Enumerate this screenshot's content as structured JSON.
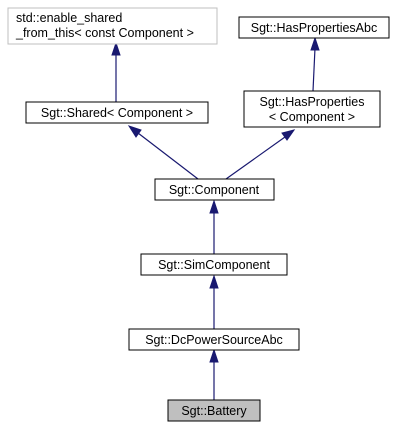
{
  "nodes": {
    "enable_shared": {
      "line1": "std::enable_shared",
      "line2": "_from_this< const Component >"
    },
    "has_properties_abc": {
      "label": "Sgt::HasPropertiesAbc"
    },
    "shared": {
      "label": "Sgt::Shared< Component >"
    },
    "has_properties": {
      "line1": "Sgt::HasProperties",
      "line2": "< Component >"
    },
    "component": {
      "label": "Sgt::Component"
    },
    "sim_component": {
      "label": "Sgt::SimComponent"
    },
    "dc_power_source_abc": {
      "label": "Sgt::DcPowerSourceAbc"
    },
    "battery": {
      "label": "Sgt::Battery"
    }
  },
  "colors": {
    "edge": "#191970",
    "node_border": "#000000",
    "external_border": "#bfbfbf",
    "highlight_fill": "#bfbfbf"
  }
}
